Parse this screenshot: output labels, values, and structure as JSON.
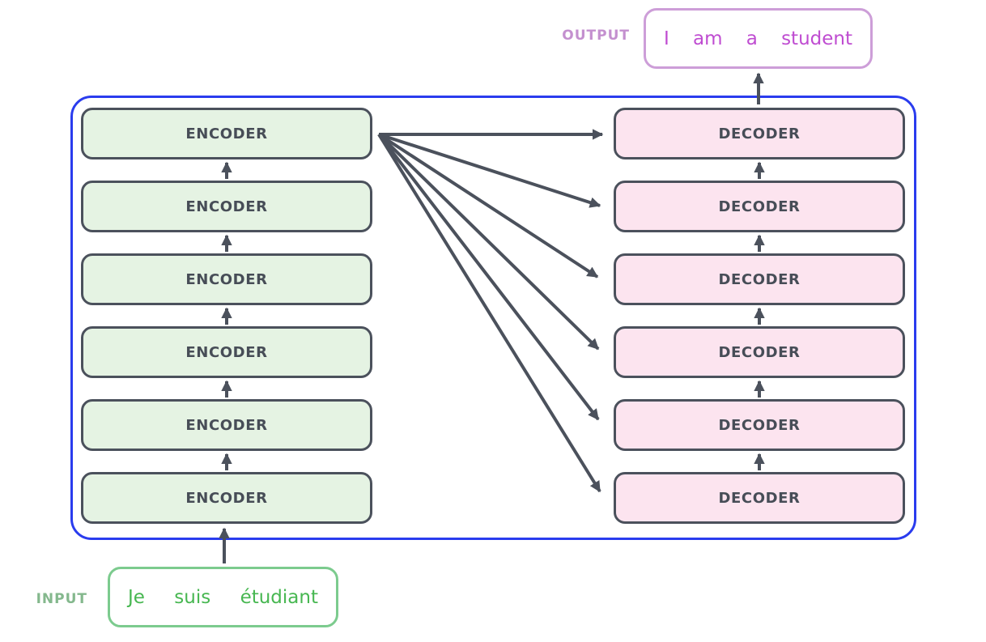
{
  "blocks": {
    "encoder_label": "ENCODER",
    "decoder_label": "DECODER",
    "encoder_count": 6,
    "decoder_count": 6
  },
  "io": {
    "output_label": "OUTPUT",
    "output_words": [
      "I",
      "am",
      "a",
      "student"
    ],
    "input_label": "INPUT",
    "input_words": [
      "Je",
      "suis",
      "étudiant"
    ]
  },
  "colors": {
    "container_border": "#2a3cee",
    "block_border": "#4b515c",
    "block_text": "#474d57",
    "encoder_fill": "#e5f3e3",
    "decoder_fill": "#fce4ef",
    "arrow_color": "#4b515c",
    "output_border": "#cd9ed8",
    "output_text": "#bf4cd1",
    "output_label_color": "#c490cf",
    "input_border": "#7ccb8e",
    "input_text": "#47b751",
    "input_label_color": "#84b88d"
  }
}
